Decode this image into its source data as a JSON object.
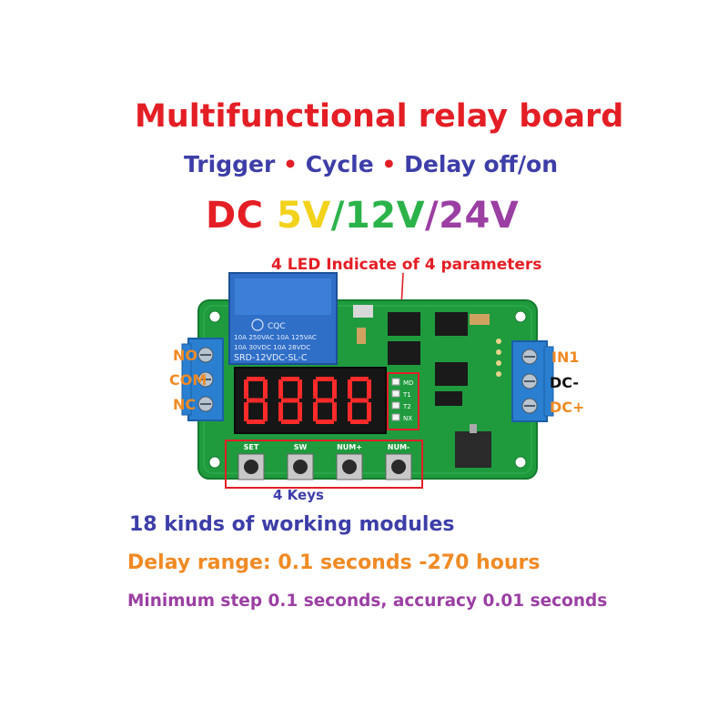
{
  "header": {
    "title": "Multifunctional relay board",
    "subtitle": {
      "part1": "Trigger",
      "bullet": "•",
      "part2": "Cycle",
      "part3": "Delay off/on"
    },
    "voltage": {
      "prefix": "DC",
      "v1": "5V",
      "sep1": "/",
      "v2": "12V",
      "sep2": "/",
      "v3": "24V"
    }
  },
  "board": {
    "relay": {
      "logo": "CQC",
      "line1": "10A 250VAC  10A 125VAC",
      "line2": "10A 30VDC  10A 28VDC",
      "model": "SRD-12VDC-SL-C"
    },
    "display_digits": [
      "8",
      "8",
      "8",
      "8"
    ],
    "leds": [
      "MD",
      "T1",
      "T2",
      "NX"
    ],
    "buttons": [
      "SET",
      "SW",
      "NUM+",
      "NUM-"
    ],
    "terminals_left": [
      "NO",
      "COM",
      "NC"
    ],
    "terminals_right": [
      "IN1",
      "DC-",
      "DC+"
    ],
    "annotations": {
      "led_label": "4 LED Indicate of 4 parameters",
      "keys_label": "4 Keys"
    }
  },
  "features": [
    "18 kinds of working modules",
    "Delay range: 0.1 seconds -270 hours",
    "Minimum step 0.1 seconds, accuracy 0.01 seconds"
  ],
  "colors": {
    "red": "#e41e25",
    "blue": "#3d3ea8",
    "yellow": "#f2d21b",
    "green": "#2bb34a",
    "purple": "#9b3fa3",
    "orange": "#f08a24",
    "pcb_green": "#1f9b3e",
    "terminal_blue": "#2a7fd0",
    "relay_blue": "#2f6fc8"
  }
}
